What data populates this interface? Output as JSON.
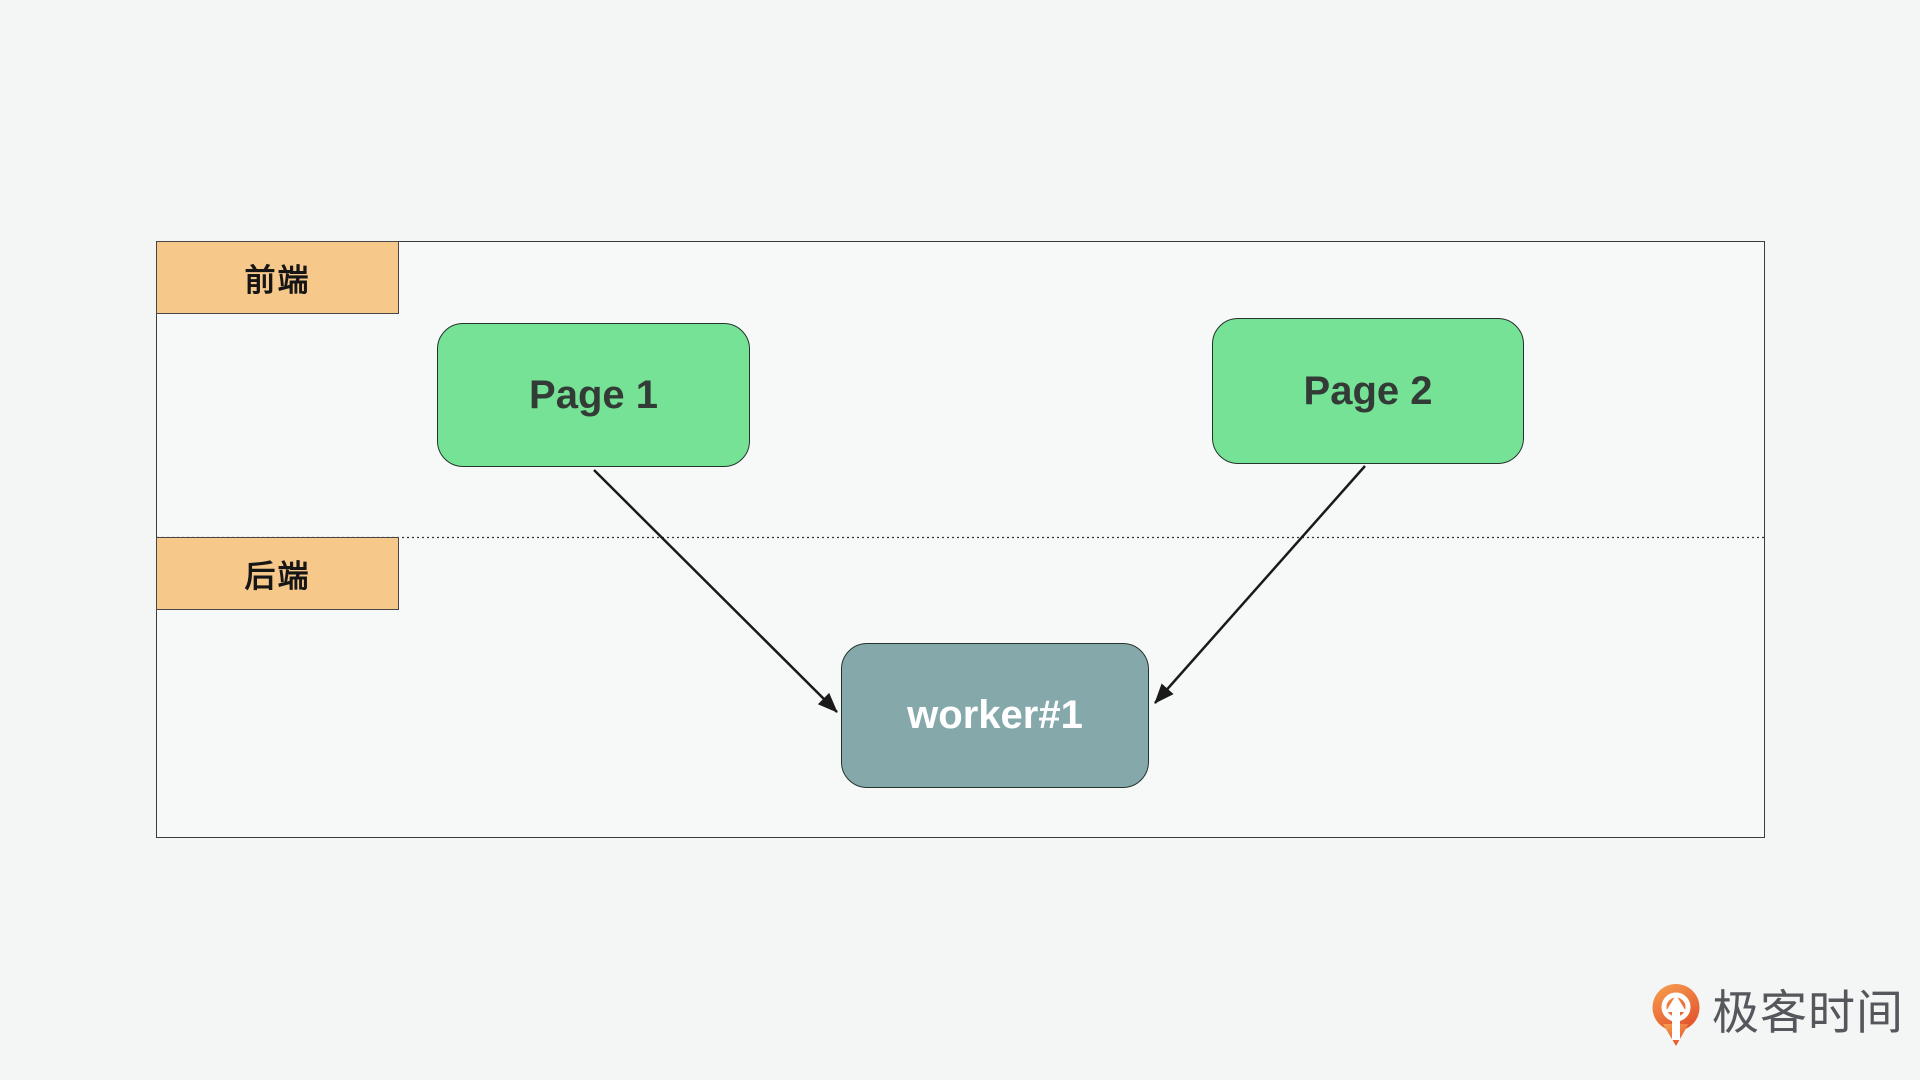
{
  "page": {
    "background_color": "#f4f5f5"
  },
  "diagram": {
    "container_border_color": "#3c3c3c",
    "lane_label_fill": "#f6c98a",
    "lanes": [
      {
        "id": "frontend",
        "label": "前端"
      },
      {
        "id": "backend",
        "label": "后端"
      }
    ],
    "nodes": [
      {
        "id": "page1",
        "label": "Page 1",
        "lane": "frontend",
        "fill": "#76e296",
        "text_color": "#333b36"
      },
      {
        "id": "page2",
        "label": "Page 2",
        "lane": "frontend",
        "fill": "#76e296",
        "text_color": "#333b36"
      },
      {
        "id": "worker1",
        "label": "worker#1",
        "lane": "backend",
        "fill": "#85a9ab",
        "text_color": "#ffffff"
      }
    ],
    "edges": [
      {
        "from": "page1",
        "to": "worker1"
      },
      {
        "from": "page2",
        "to": "worker1"
      }
    ],
    "edge_color": "#1a1a1a"
  },
  "branding": {
    "logo_text": "极客时间",
    "logo_icon": "geektime-pin-icon",
    "logo_orange": "#ee7430",
    "logo_text_color": "#54575b"
  }
}
